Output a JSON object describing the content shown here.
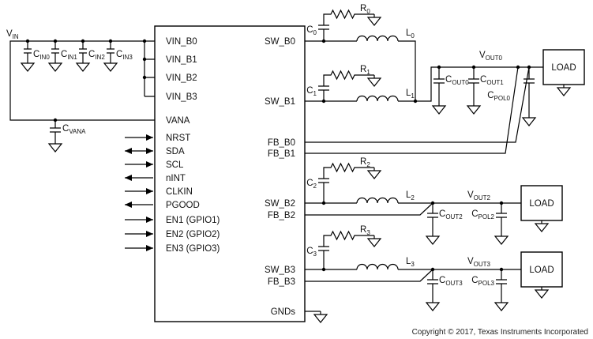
{
  "ic": {
    "left_pins": [
      "VIN_B0",
      "VIN_B1",
      "VIN_B2",
      "VIN_B3",
      "VANA",
      "NRST",
      "SDA",
      "SCL",
      "nINT",
      "CLKIN",
      "PGOOD",
      "EN1 (GPIO1)",
      "EN2 (GPIO2)",
      "EN3 (GPIO3)"
    ],
    "right_pins": [
      "SW_B0",
      "SW_B1",
      "FB_B0",
      "FB_B1",
      "SW_B2",
      "FB_B2",
      "SW_B3",
      "FB_B3",
      "GNDs"
    ]
  },
  "labels": {
    "vin": {
      "base": "V",
      "sub": "IN"
    },
    "cvana": {
      "base": "C",
      "sub": "VANA"
    },
    "cin": [
      {
        "base": "C",
        "sub": "IN0"
      },
      {
        "base": "C",
        "sub": "IN1"
      },
      {
        "base": "C",
        "sub": "IN2"
      },
      {
        "base": "C",
        "sub": "IN3"
      }
    ],
    "c": [
      {
        "base": "C",
        "sub": "0"
      },
      {
        "base": "C",
        "sub": "1"
      },
      {
        "base": "C",
        "sub": "2"
      },
      {
        "base": "C",
        "sub": "3"
      }
    ],
    "r": [
      {
        "base": "R",
        "sub": "0"
      },
      {
        "base": "R",
        "sub": "1"
      },
      {
        "base": "R",
        "sub": "2"
      },
      {
        "base": "R",
        "sub": "3"
      }
    ],
    "l": [
      {
        "base": "L",
        "sub": "0"
      },
      {
        "base": "L",
        "sub": "1"
      },
      {
        "base": "L",
        "sub": "2"
      },
      {
        "base": "L",
        "sub": "3"
      }
    ],
    "vout": [
      {
        "base": "V",
        "sub": "OUT0"
      },
      {
        "base": "V",
        "sub": "OUT2"
      },
      {
        "base": "V",
        "sub": "OUT3"
      }
    ],
    "cout": [
      {
        "base": "C",
        "sub": "OUT0"
      },
      {
        "base": "C",
        "sub": "OUT1"
      },
      {
        "base": "C",
        "sub": "OUT2"
      },
      {
        "base": "C",
        "sub": "OUT3"
      }
    ],
    "cpol": [
      {
        "base": "C",
        "sub": "POL0"
      },
      {
        "base": "C",
        "sub": "POL2"
      },
      {
        "base": "C",
        "sub": "POL3"
      }
    ],
    "load": "LOAD",
    "copyright": "Copyright © 2017, Texas Instruments Incorporated"
  }
}
